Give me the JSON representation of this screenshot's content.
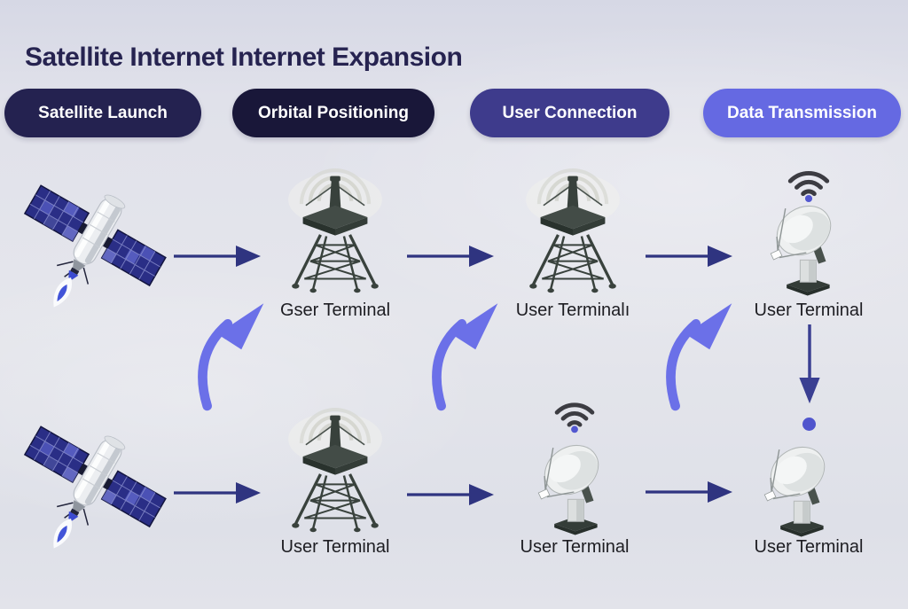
{
  "title": "Satellite Internet Internet Expansion",
  "stages": [
    {
      "label": "Satellite Launch",
      "color": "#242250"
    },
    {
      "label": "Orbital Positioning",
      "color": "#191739"
    },
    {
      "label": "User Connection",
      "color": "#3e3b8c"
    },
    {
      "label": "Data Transmission",
      "color": "#6569e2"
    }
  ],
  "labels": {
    "r1c2": "Gser Terminal",
    "r1c3": "User Terminalı",
    "r1c4": "User Terminal",
    "r2c2": "User Terminal",
    "r2c3": "User Terminal",
    "r2c4": "User Terminal"
  },
  "icons": {
    "row1": [
      "satellite-rocket",
      "signal-tower",
      "signal-tower",
      "wifi-satellite-dish"
    ],
    "row2": [
      "satellite-rocket",
      "signal-tower",
      "wifi-satellite-dish",
      "satellite-dish"
    ]
  },
  "connectors": {
    "straight_arrows": [
      {
        "row": 1,
        "from": "satellite",
        "to": "tower-1"
      },
      {
        "row": 1,
        "from": "tower-1",
        "to": "tower-2"
      },
      {
        "row": 1,
        "from": "tower-2",
        "to": "dish-1"
      },
      {
        "row": 2,
        "from": "satellite",
        "to": "tower-1"
      },
      {
        "row": 2,
        "from": "tower-1",
        "to": "dish-1"
      },
      {
        "row": 2,
        "from": "dish-1",
        "to": "dish-2"
      }
    ],
    "curved_arrows": [
      {
        "from": "row2-col1",
        "to": "row1-col2"
      },
      {
        "from": "row2-col2",
        "to": "row1-col3"
      },
      {
        "from": "row2-col3",
        "to": "row1-col4"
      }
    ],
    "down_arrow": {
      "from": "row1-col4",
      "to": "row2-col4"
    }
  },
  "colors": {
    "background": "#e1e2ea",
    "title_text": "#262350",
    "straight_arrow": "#2f3480",
    "curved_arrow": "#6b70e8",
    "down_arrow": "#3a3f92",
    "accent_dot": "#5055cd",
    "label_text": "#1d1d22",
    "tower": "#38413c",
    "dish": "#eef0f0",
    "solar_panel": "#2a2e86"
  }
}
